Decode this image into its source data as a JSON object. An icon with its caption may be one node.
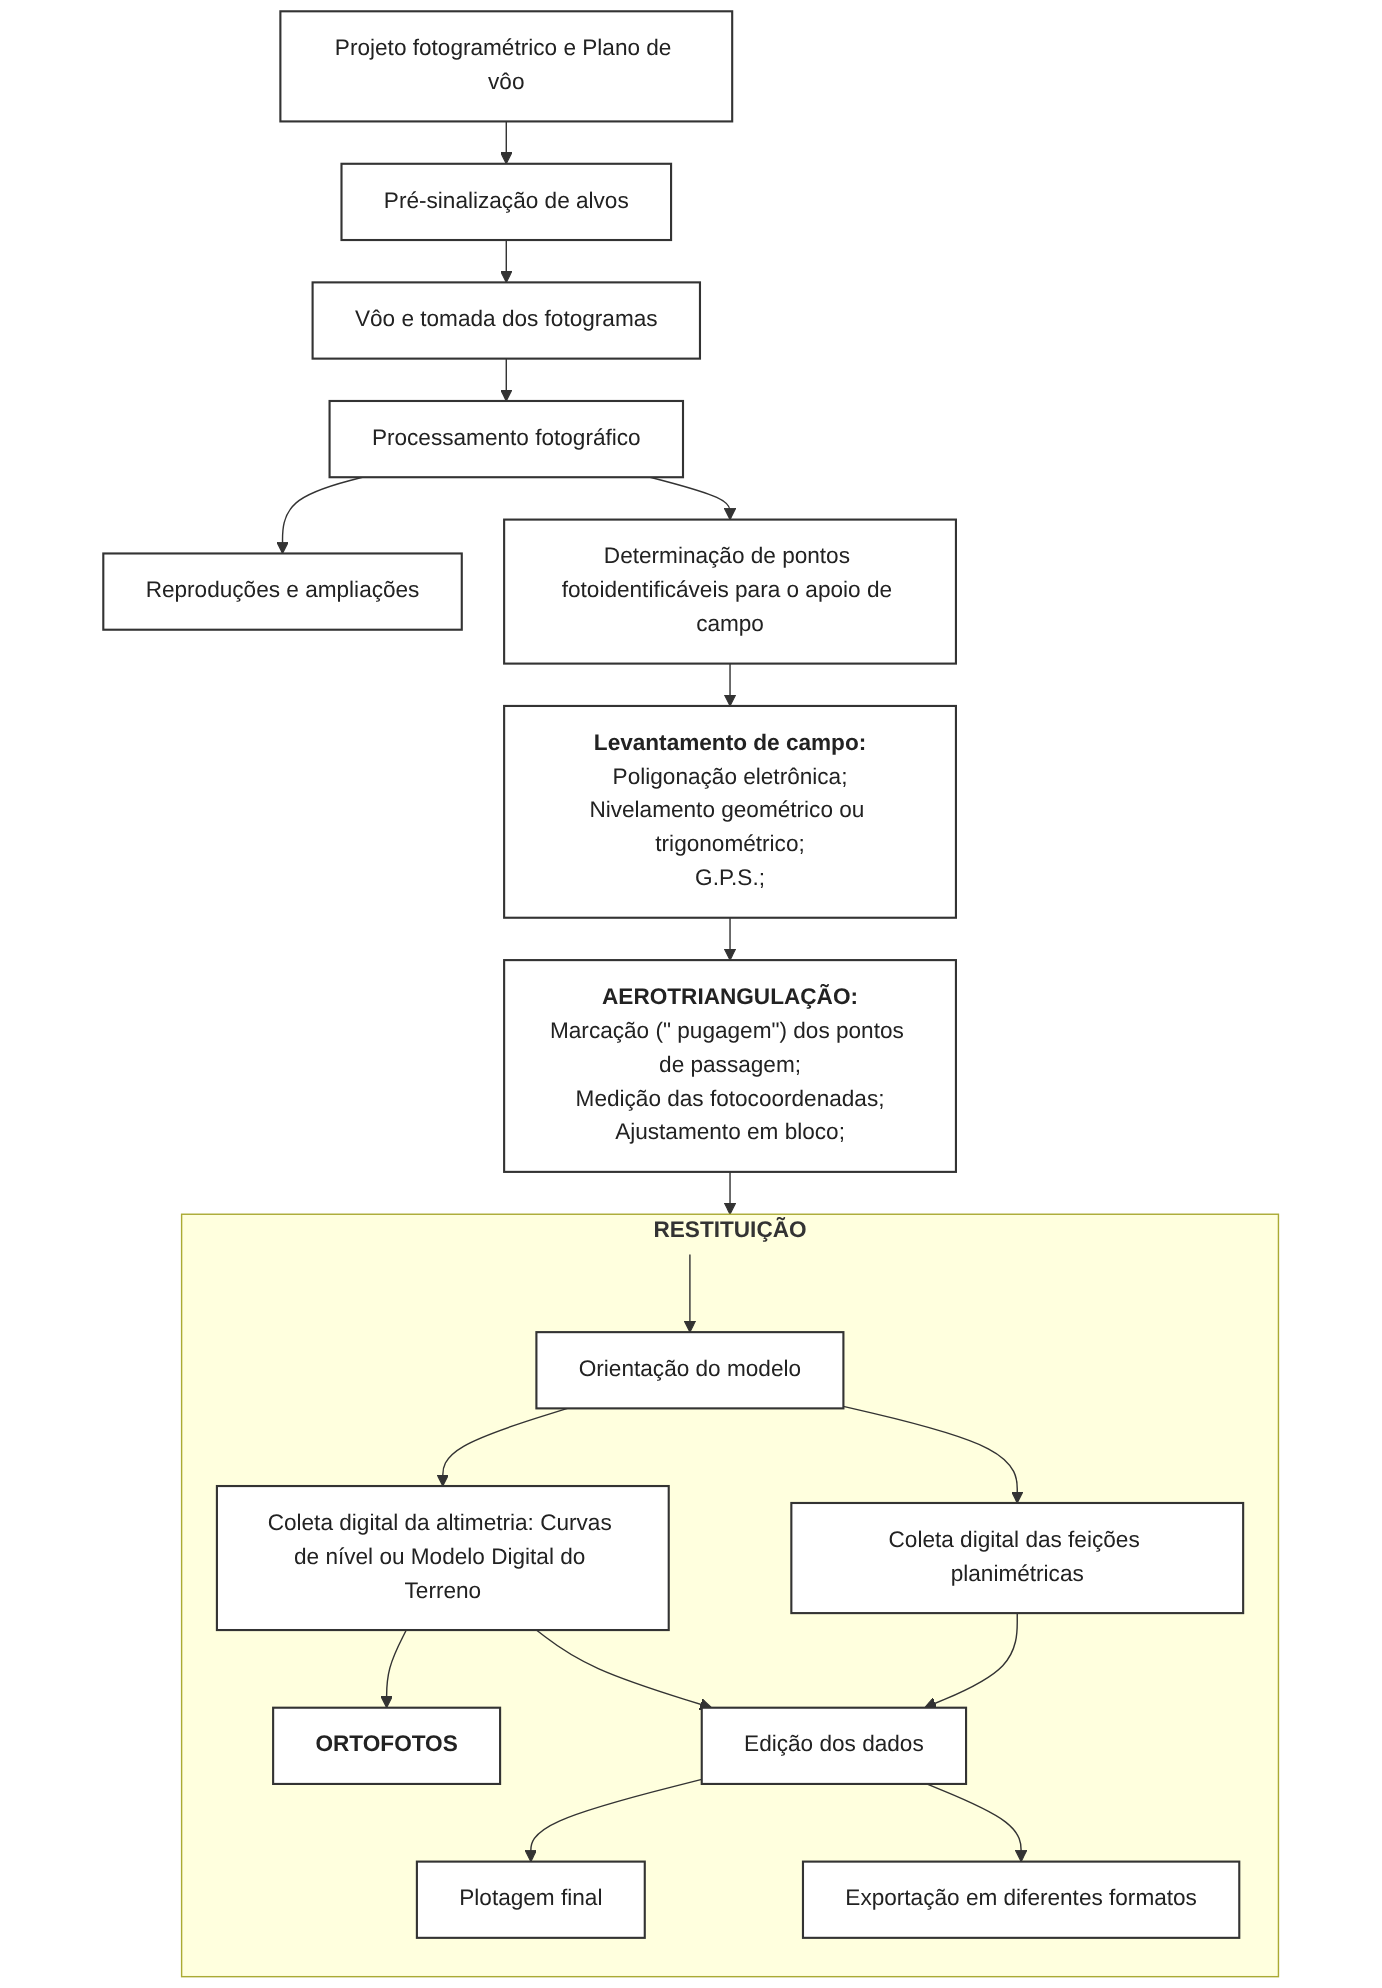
{
  "diagram": {
    "nodes": [
      {
        "text": [
          "Projeto fotogramétrico e Plano de vôo"
        ]
      },
      {
        "text": [
          "Pré-sinalização de alvos"
        ]
      },
      {
        "text": [
          "Vôo e tomada dos fotogramas"
        ]
      },
      {
        "text": [
          "Processamento fotográfico"
        ]
      },
      {
        "text": [
          "Reproduções e ampliações"
        ]
      },
      {
        "text": [
          "Determinação de pontos fotoidentificáveis para o apoio de campo"
        ]
      },
      {
        "text": [
          "Levantamento de campo:",
          "Poligonação eletrônica;",
          "Nivelamento geométrico ou trigonométrico;",
          "G.P.S.;"
        ]
      },
      {
        "text": [
          "AEROTRIANGULAÇÃO:",
          "Marcação (\" pugagem\") dos pontos de passagem;",
          "Medição das fotocoordenadas;",
          "Ajustamento em bloco;"
        ]
      },
      {
        "text": [
          "RESTITUIÇÃO"
        ]
      },
      {
        "text": [
          "Orientação do modelo"
        ],
        "in": 8
      },
      {
        "text": [
          "ORTOFOTOS"
        ],
        "in": 8
      },
      {
        "text": [
          "Coleta digital das feições planimétricas"
        ],
        "in": 8
      },
      {
        "text": [
          "Coleta digital da altimetria: Curvas de nível ou Modelo Digital do Terreno"
        ],
        "in": 8
      },
      {
        "text": [
          "Edição dos dados"
        ],
        "in": 8
      },
      {
        "text": [
          "Plotagem final"
        ],
        "in": 8
      },
      {
        "text": [
          "Exportação em diferentes formatos"
        ],
        "in": 8
      }
    ],
    "edges": [
      {
        "from": 0,
        "to": 1,
        "arrow": "to"
      },
      {
        "from": 1,
        "to": 2,
        "arrow": "to"
      },
      {
        "from": 2,
        "to": 3,
        "arrow": "to"
      },
      {
        "from": 3,
        "to": 4,
        "arrow": "to"
      },
      {
        "from": 3,
        "to": 5,
        "arrow": "to"
      },
      {
        "from": 5,
        "to": 6,
        "arrow": "to"
      },
      {
        "from": 6,
        "to": 7,
        "arrow": "to"
      },
      {
        "from": 7,
        "to": 8,
        "arrow": "to"
      },
      {
        "from": null,
        "to": 9,
        "arrow": "to"
      },
      {
        "from": 9,
        "to": 11,
        "arrow": "to"
      },
      {
        "from": 9,
        "to": 12,
        "arrow": "to"
      },
      {
        "from": 12,
        "to": 10,
        "arrow": "to"
      },
      {
        "from": 11,
        "to": 13,
        "arrow": "to"
      },
      {
        "from": 12,
        "to": 13,
        "arrow": "to"
      },
      {
        "from": 13,
        "to": 14,
        "arrow": "to"
      },
      {
        "from": 13,
        "to": 15,
        "arrow": "to"
      }
    ]
  }
}
